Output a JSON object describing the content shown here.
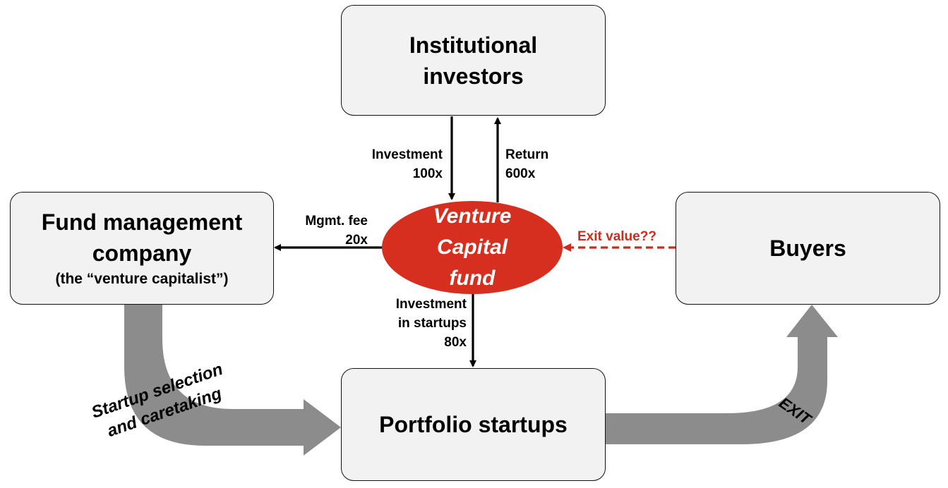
{
  "nodes": {
    "institutional": {
      "line1": "Institutional",
      "line2": "investors"
    },
    "fund_management": {
      "line1": "Fund management",
      "line2": "company",
      "note": "(the “venture capitalist”)"
    },
    "vc_fund": {
      "line1": "Venture",
      "line2": "Capital",
      "line3": "fund"
    },
    "buyers": {
      "label": "Buyers"
    },
    "portfolio": {
      "label": "Portfolio startups"
    }
  },
  "flows": {
    "investment": {
      "line1": "Investment",
      "line2": "100x"
    },
    "return": {
      "line1": "Return",
      "line2": "600x"
    },
    "mgmt_fee": {
      "line1": "Mgmt. fee",
      "line2": "20x"
    },
    "exit_value": {
      "label": "Exit value??"
    },
    "investment_startups": {
      "line1": "Investment",
      "line2": "in startups",
      "line3": "80x"
    },
    "startup_selection": {
      "line1": "Startup selection",
      "line2": "and caretaking"
    },
    "exit": {
      "label": "EXIT"
    }
  },
  "colors": {
    "fund_fill": "#d62e1f",
    "exit_value": "#cc2b1d",
    "big_arrow": "#8c8c8c",
    "box_fill": "#f2f2f2"
  }
}
